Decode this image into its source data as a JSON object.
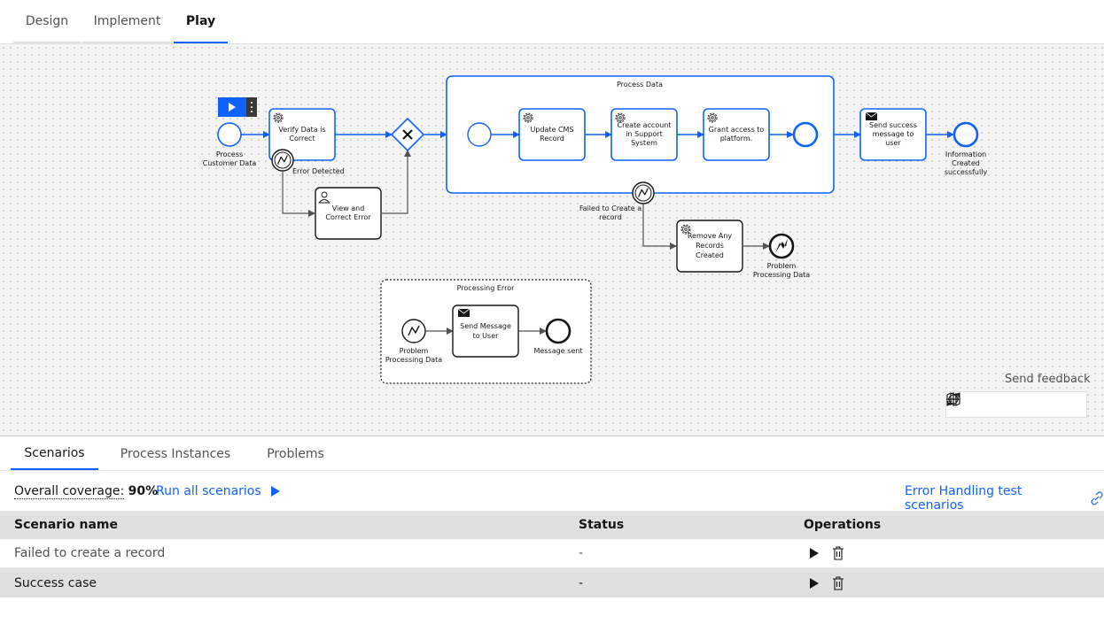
{
  "top_tabs": [
    {
      "label": "Design"
    },
    {
      "label": "Implement"
    },
    {
      "label": "Play"
    }
  ],
  "diagram": {
    "subprocess_title": "Process Data",
    "event_subprocess_title": "Processing Error",
    "start_event_label_1": "Process",
    "start_event_label_2": "Customer Data",
    "verify_task_1": "Verify Data is",
    "verify_task_2": "Correct",
    "error_detected_label": "Error Detected",
    "view_correct_1": "View and",
    "view_correct_2": "Correct Error",
    "update_cms_1": "Update CMS",
    "update_cms_2": "Record",
    "create_account_1": "Create account",
    "create_account_2": "in Support",
    "create_account_3": "System",
    "grant_access_1": "Grant access to",
    "grant_access_2": "platform.",
    "send_success_1": "Send success",
    "send_success_2": "message to",
    "send_success_3": "user",
    "info_created_1": "Information",
    "info_created_2": "Created",
    "info_created_3": "successfully",
    "failed_create_1": "Failed to Create a",
    "failed_create_2": "record",
    "remove_records_1": "Remove Any",
    "remove_records_2": "Records",
    "remove_records_3": "Created",
    "problem_end_1": "Problem",
    "problem_end_2": "Processing Data",
    "problem_start_1": "Problem",
    "problem_start_2": "Processing Data",
    "send_message_1": "Send Message",
    "send_message_2": "to User",
    "message_sent": "Message sent"
  },
  "feedback": "Send feedback",
  "bottom_tabs": [
    {
      "label": "Scenarios"
    },
    {
      "label": "Process Instances"
    },
    {
      "label": "Problems"
    }
  ],
  "coverage": {
    "label": "Overall coverage:",
    "value": "90%"
  },
  "run_all": "Run all scenarios",
  "scenario_set_link": "Error Handling test scenarios",
  "table": {
    "headers": [
      "Scenario name",
      "Status",
      "Operations"
    ],
    "rows": [
      {
        "name": "Failed to create a record",
        "status": "-"
      },
      {
        "name": "Success case",
        "status": "-"
      }
    ]
  },
  "colors": {
    "accent": "#0f62fe",
    "selected_shape": "#0f62fe"
  }
}
